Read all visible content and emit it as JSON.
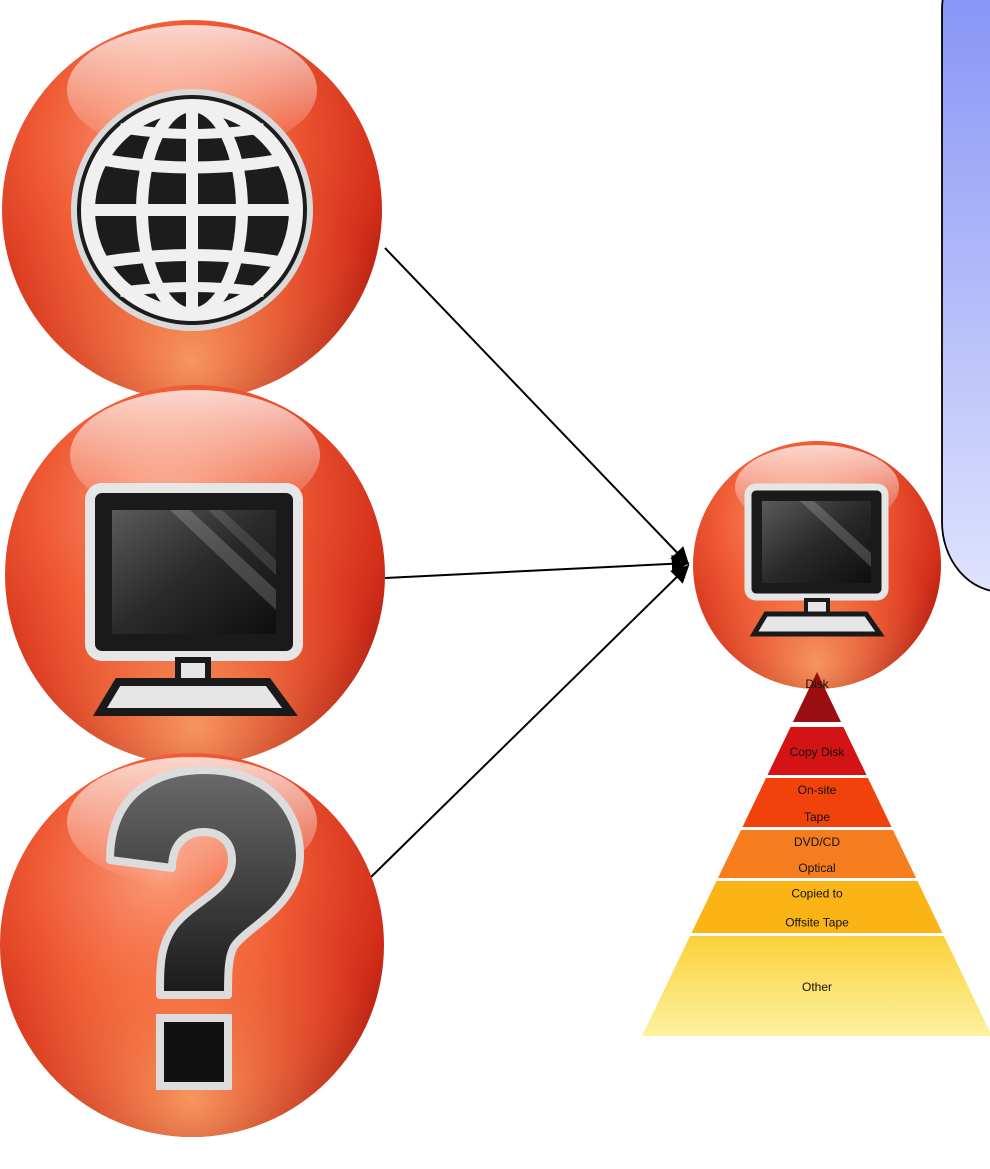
{
  "diagram": {
    "sources": [
      {
        "name": "internet",
        "icon": "globe-icon"
      },
      {
        "name": "computer",
        "icon": "monitor-icon"
      },
      {
        "name": "unknown",
        "icon": "question-mark-icon"
      }
    ],
    "target": {
      "name": "backup-server",
      "icon": "monitor-icon"
    },
    "pyramid": [
      {
        "lines": [
          "Disk"
        ],
        "color": "#9b0f10"
      },
      {
        "lines": [
          "Copy Disk"
        ],
        "color": "#d31314"
      },
      {
        "lines": [
          "On-site",
          "Tape"
        ],
        "color": "#f2420c"
      },
      {
        "lines": [
          "DVD/CD",
          "Optical"
        ],
        "color": "#f67d1e"
      },
      {
        "lines": [
          "Copied to",
          "Offsite Tape"
        ],
        "color": "#fbb415"
      },
      {
        "lines": [
          "Other"
        ],
        "color": "#fbe15a"
      }
    ],
    "note_box": {
      "text": "",
      "color_top": "#7f8ef5",
      "color_bottom": "#dfe3fd"
    }
  }
}
